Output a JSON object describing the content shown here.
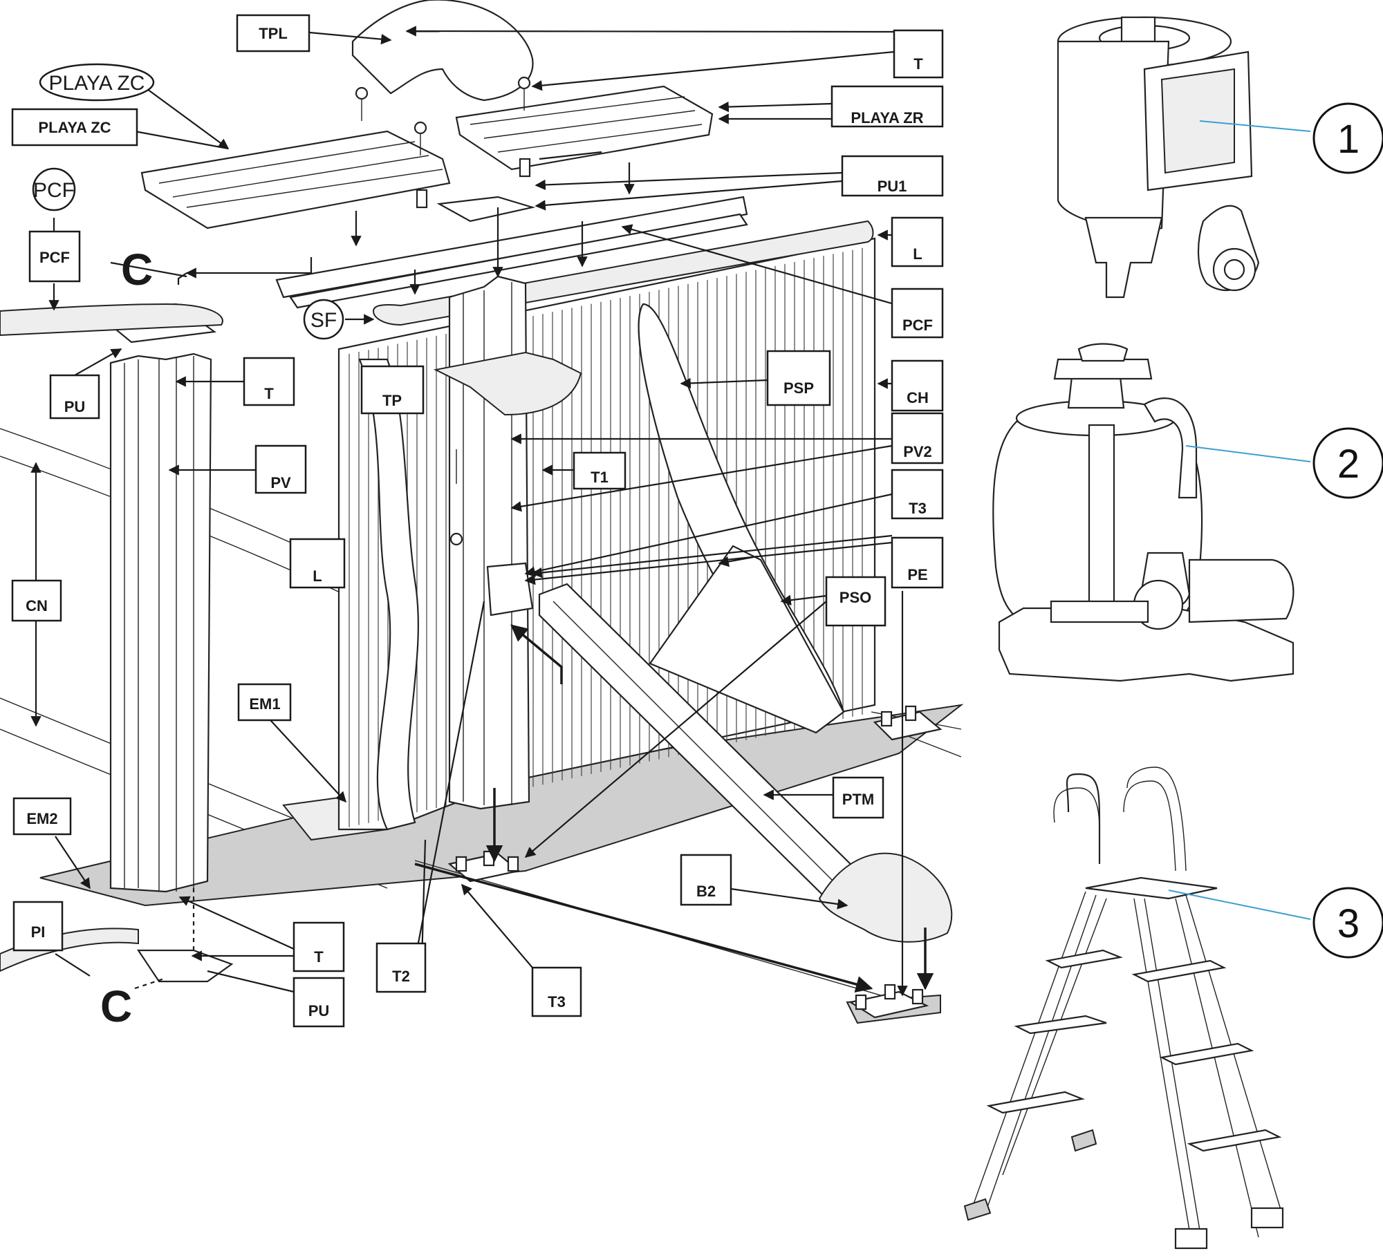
{
  "labels": {
    "TPL": "TPL",
    "T": "T",
    "PLAYA_ZC": "PLAYA ZC",
    "PLAYA_ZR": "PLAYA ZR",
    "PCF": "PCF",
    "PU1": "PU1",
    "L": "L",
    "C": "C",
    "SF": "SF",
    "PU": "PU",
    "TP": "TP",
    "PSP": "PSP",
    "CH": "CH",
    "PV": "PV",
    "PV2": "PV2",
    "T1": "T1",
    "T3": "T3",
    "CN": "CN",
    "PE": "PE",
    "PSO": "PSO",
    "EM1": "EM1",
    "EM2": "EM2",
    "PTM": "PTM",
    "B2": "B2",
    "PI": "PI",
    "T2": "T2"
  },
  "accessories": [
    {
      "number": "1",
      "item": "skimmer"
    },
    {
      "number": "2",
      "item": "sand-filter-pump"
    },
    {
      "number": "3",
      "item": "ladder"
    }
  ],
  "colors": {
    "line": "#1a1a1a",
    "accent_leader": "#3a9fd0",
    "shaded_part": "#cfcfcf"
  }
}
